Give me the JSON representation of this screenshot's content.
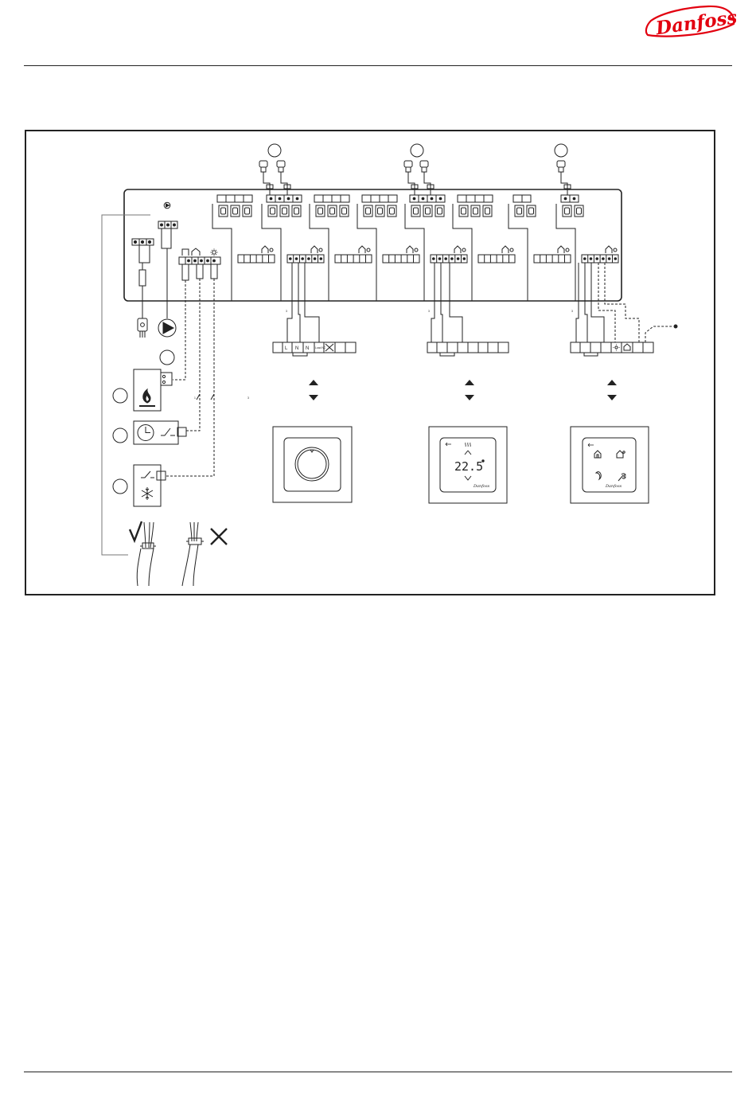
{
  "brand": {
    "logo_text": "Danfoss",
    "logo_color": "#e2000f"
  },
  "terminals": {
    "wired_block": [
      "L",
      "N",
      "N",
      "Load NC"
    ]
  },
  "thermostat_display": {
    "temperature": "22.5"
  },
  "icons": [
    "pump-icon",
    "flame-icon",
    "clock-icon",
    "snowflake-icon",
    "home-icon",
    "away-icon",
    "night-icon",
    "wrench-icon",
    "heat-icon",
    "check-icon",
    "cross-icon",
    "arrow-up-icon",
    "arrow-down-icon"
  ]
}
